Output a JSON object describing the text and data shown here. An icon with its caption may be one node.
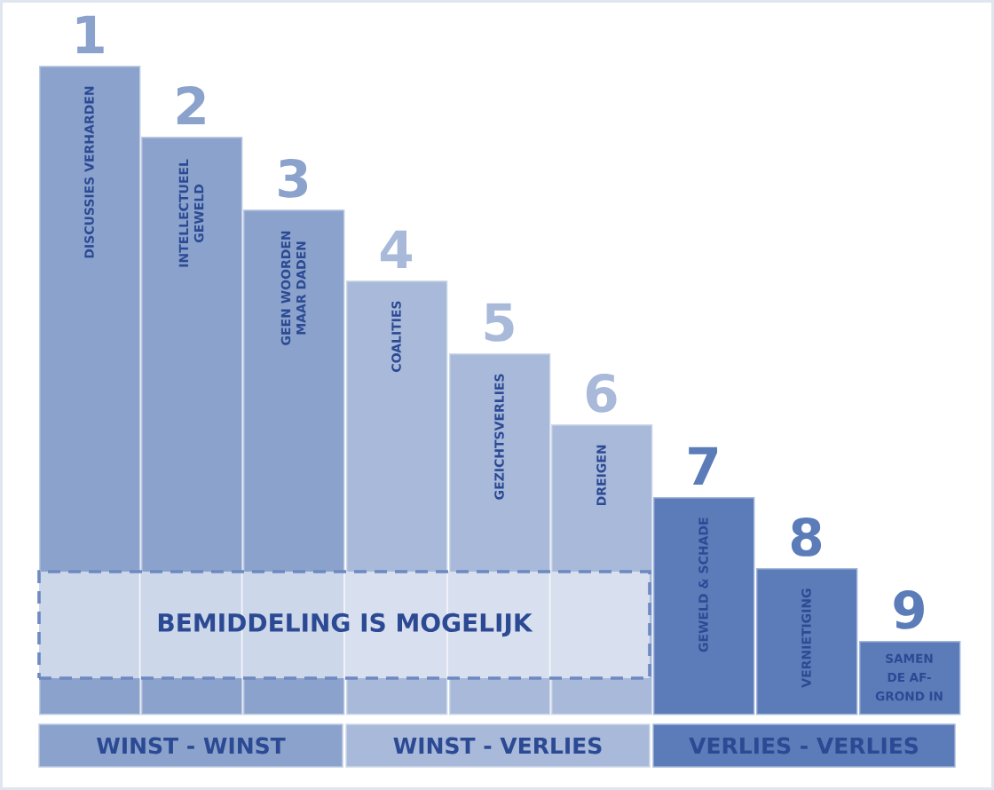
{
  "diagram": {
    "nodes": [
      {
        "text": [
          "1",
          "DISCUSSIES VERHARDEN"
        ]
      },
      {
        "text": [
          "2",
          "INTELLECTUEEL GEWELD"
        ]
      },
      {
        "text": [
          "3",
          "GEEN WOORDEN MAAR DADEN"
        ]
      },
      {
        "text": [
          "4",
          "COALITIES"
        ]
      },
      {
        "text": [
          "5",
          "GEZICHTSVERLIES"
        ]
      },
      {
        "text": [
          "6",
          "DREIGEN"
        ]
      },
      {
        "text": [
          "7",
          "GEWELD & SCHADE"
        ]
      },
      {
        "text": [
          "8",
          "VERNIETIGING"
        ]
      },
      {
        "text": [
          "9",
          "SAMEN DE AF- GROND IN"
        ]
      },
      {
        "text": [
          "BEMIDDELING IS MOGELIJK"
        ]
      },
      {
        "text": [
          "WINST - WINST"
        ]
      },
      {
        "text": [
          "WINST - VERLIES"
        ]
      },
      {
        "text": [
          "VERLIES - VERLIES"
        ]
      }
    ]
  }
}
